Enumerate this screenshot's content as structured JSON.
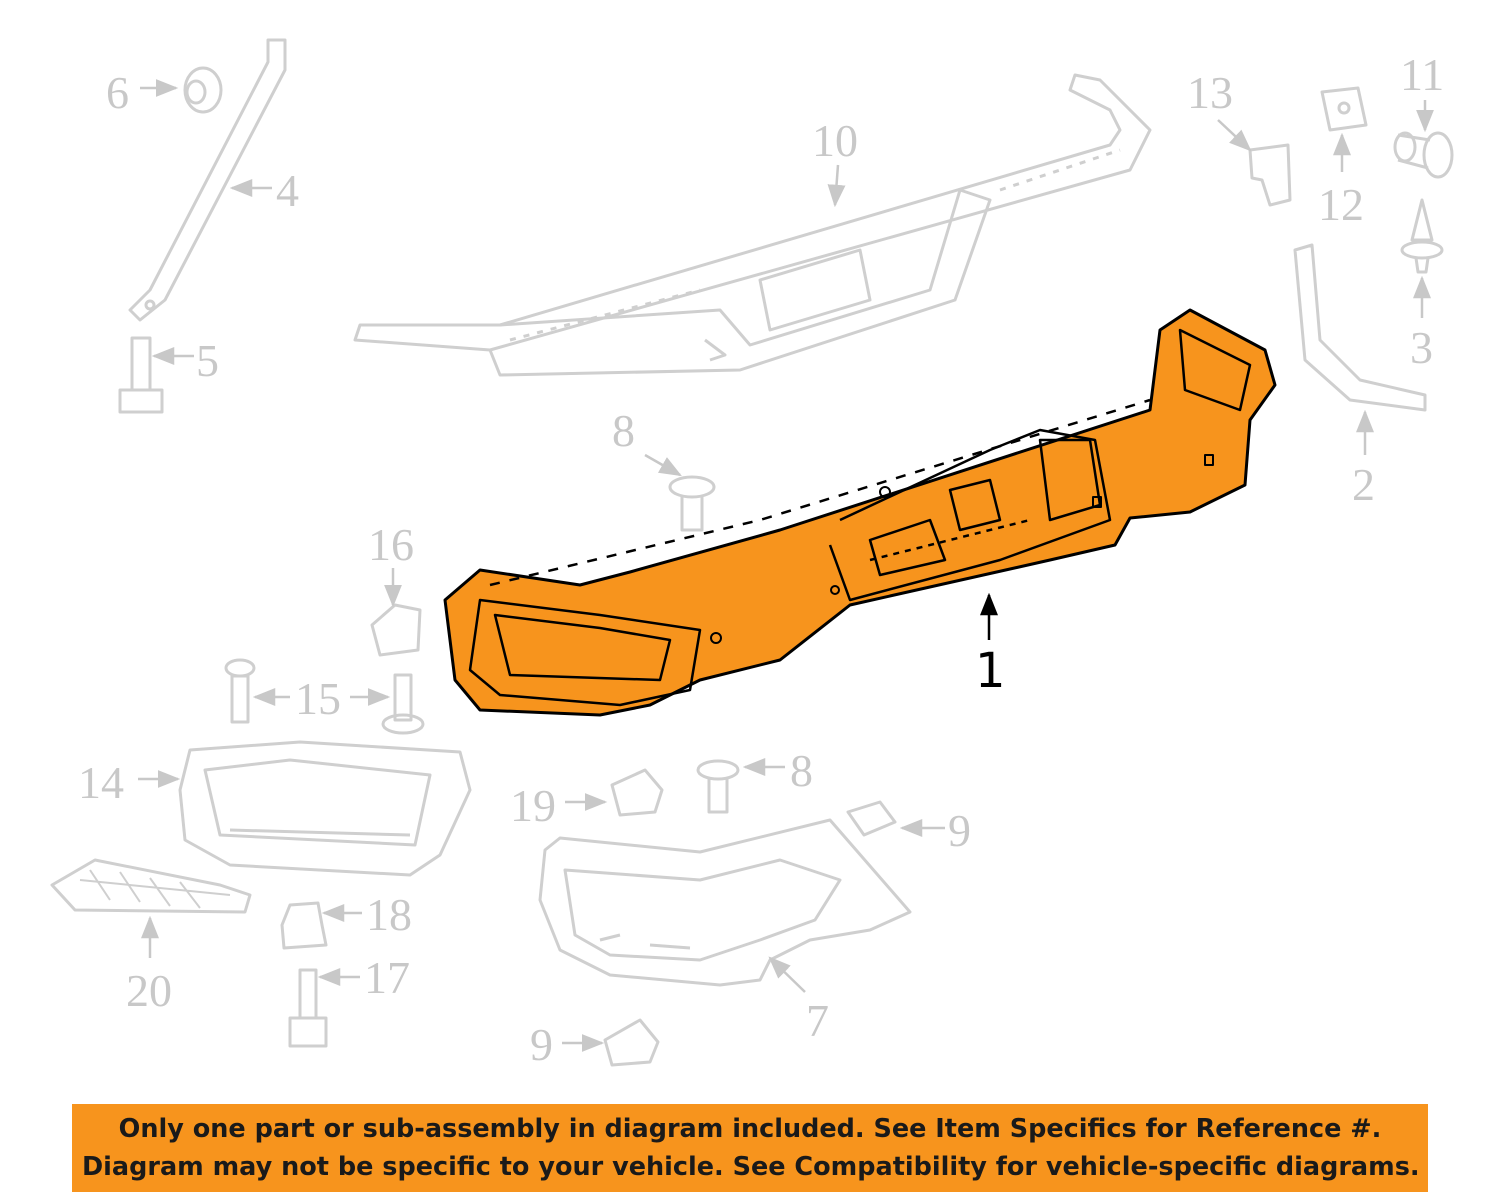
{
  "highlight_color": "#f7941d",
  "ghost_color": "#cfcfcf",
  "callouts": {
    "p1": "1",
    "p2": "2",
    "p3": "3",
    "p4": "4",
    "p5": "5",
    "p6": "6",
    "p7": "7",
    "p8a": "8",
    "p8b": "8",
    "p9a": "9",
    "p9b": "9",
    "p10": "10",
    "p11": "11",
    "p12": "12",
    "p13": "13",
    "p14": "14",
    "p15": "15",
    "p16": "16",
    "p17": "17",
    "p18": "18",
    "p19": "19",
    "p20": "20"
  },
  "disclaimer": {
    "line1": "Only one part or sub-assembly in diagram included. See Item Specifics for Reference #.",
    "line2": "Diagram may not be specific to your vehicle. See Compatibility for vehicle-specific diagrams."
  }
}
